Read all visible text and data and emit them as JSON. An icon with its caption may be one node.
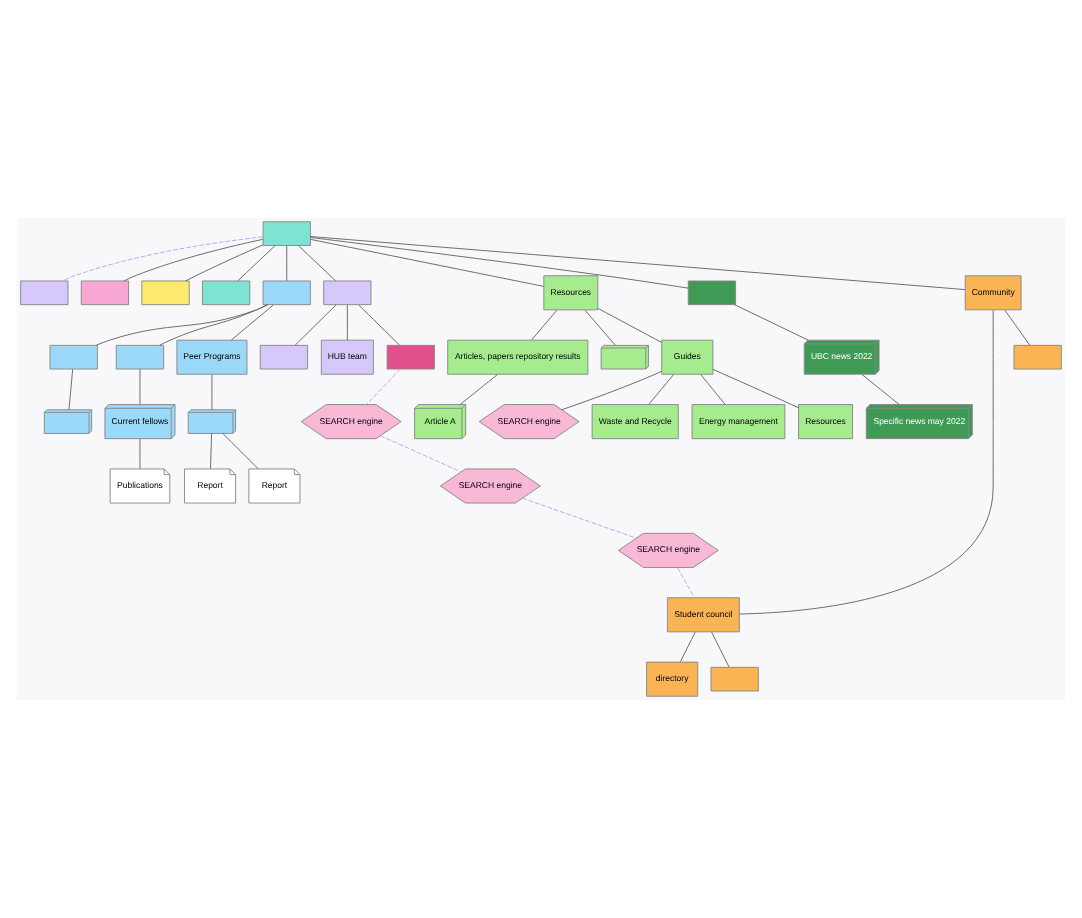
{
  "diagram": {
    "nodes": [
      {
        "text": [],
        "shape": "box"
      },
      {
        "text": [],
        "shape": "box"
      },
      {
        "text": [],
        "shape": "box"
      },
      {
        "text": [],
        "shape": "box"
      },
      {
        "text": [],
        "shape": "box"
      },
      {
        "text": [],
        "shape": "box"
      },
      {
        "text": [],
        "shape": "box"
      },
      {
        "text": [
          "Resources"
        ]
      },
      {
        "text": [],
        "shape": "box"
      },
      {
        "text": [
          "Community"
        ]
      },
      {
        "text": [],
        "shape": "box"
      },
      {
        "text": [],
        "shape": "box"
      },
      {
        "text": [
          "Peer Programs"
        ]
      },
      {
        "text": [],
        "shape": "box"
      },
      {
        "text": [
          "HUB team"
        ]
      },
      {
        "text": [],
        "shape": "box"
      },
      {
        "text": [
          "SEARCH engine"
        ]
      },
      {
        "text": [
          "SEARCH engine"
        ]
      },
      {
        "text": [
          "SEARCH engine"
        ]
      },
      {
        "text": [
          "Articles, papers repository results"
        ]
      },
      {
        "text": [],
        "shape": "box"
      },
      {
        "text": [
          "Guides"
        ]
      },
      {
        "text": [
          "SEARCH engine"
        ]
      },
      {
        "text": [
          "Article A"
        ]
      },
      {
        "text": [
          "Waste and Recycle"
        ]
      },
      {
        "text": [
          "Energy management"
        ]
      },
      {
        "text": [
          "Resources"
        ]
      },
      {
        "text": [
          "UBC news 2022"
        ]
      },
      {
        "text": [
          "Specific news may 2022"
        ]
      },
      {
        "text": [
          "Student council"
        ]
      },
      {
        "text": [],
        "shape": "box"
      },
      {
        "text": [
          "directory"
        ]
      },
      {
        "text": [],
        "shape": "box"
      },
      {
        "text": [],
        "shape": "box"
      },
      {
        "text": [
          "Current fellows"
        ]
      },
      {
        "text": [],
        "shape": "box"
      },
      {
        "text": [
          "Report"
        ]
      },
      {
        "text": [
          "Publications"
        ]
      },
      {
        "text": [
          "Report"
        ]
      }
    ],
    "edges": [
      {
        "from": 0,
        "to": 1,
        "arrow": "none",
        "style": "dashed",
        "color": "#b0a8f0"
      },
      {
        "from": 0,
        "to": 2,
        "arrow": "none"
      },
      {
        "from": 0,
        "to": 3,
        "arrow": "none"
      },
      {
        "from": 0,
        "to": 4,
        "arrow": "none"
      },
      {
        "from": 0,
        "to": 5,
        "arrow": "none"
      },
      {
        "from": 0,
        "to": 6,
        "arrow": "none"
      },
      {
        "from": 0,
        "to": 7,
        "arrow": "none"
      },
      {
        "from": 0,
        "to": 8,
        "arrow": "none"
      },
      {
        "from": 0,
        "to": 9,
        "arrow": "none"
      },
      {
        "from": 5,
        "to": 10,
        "arrow": "none"
      },
      {
        "from": 5,
        "to": 11,
        "arrow": "none"
      },
      {
        "from": 5,
        "to": 12,
        "arrow": "none"
      },
      {
        "from": 6,
        "to": 13,
        "arrow": "none"
      },
      {
        "from": 6,
        "to": 14,
        "arrow": "none"
      },
      {
        "from": 6,
        "to": 15,
        "arrow": "none"
      },
      {
        "from": 7,
        "to": 19,
        "arrow": "none"
      },
      {
        "from": 7,
        "to": 20,
        "arrow": "none"
      },
      {
        "from": 7,
        "to": 21,
        "arrow": "none"
      },
      {
        "from": 8,
        "to": 27,
        "arrow": "none"
      },
      {
        "from": 9,
        "to": 29,
        "arrow": "none"
      },
      {
        "from": 9,
        "to": 30,
        "arrow": "none"
      },
      {
        "from": 10,
        "to": 33,
        "arrow": "none"
      },
      {
        "from": 11,
        "to": 34,
        "arrow": "none"
      },
      {
        "from": 12,
        "to": 35,
        "arrow": "none"
      },
      {
        "from": 35,
        "to": 36,
        "arrow": "none"
      },
      {
        "from": 34,
        "to": 37,
        "arrow": "none"
      },
      {
        "from": 35,
        "to": 38,
        "arrow": "none"
      },
      {
        "from": 15,
        "to": 16,
        "arrow": "none",
        "style": "dashed",
        "color": "#b0a8f0"
      },
      {
        "from": 16,
        "to": 17,
        "arrow": "none",
        "style": "dashed",
        "color": "#b0a8f0"
      },
      {
        "from": 17,
        "to": 18,
        "arrow": "none",
        "style": "dashed",
        "color": "#b0a8f0"
      },
      {
        "from": 18,
        "to": 29,
        "arrow": "none",
        "style": "dashed",
        "color": "#b0a8f0"
      },
      {
        "from": 19,
        "to": 23,
        "arrow": "none"
      },
      {
        "from": 21,
        "to": 22,
        "arrow": "none"
      },
      {
        "from": 21,
        "to": 24,
        "arrow": "none"
      },
      {
        "from": 21,
        "to": 25,
        "arrow": "none"
      },
      {
        "from": 21,
        "to": 26,
        "arrow": "none"
      },
      {
        "from": 27,
        "to": 28,
        "arrow": "none"
      },
      {
        "from": 29,
        "to": 31,
        "arrow": "none"
      },
      {
        "from": 29,
        "to": 32,
        "arrow": "none"
      }
    ]
  }
}
